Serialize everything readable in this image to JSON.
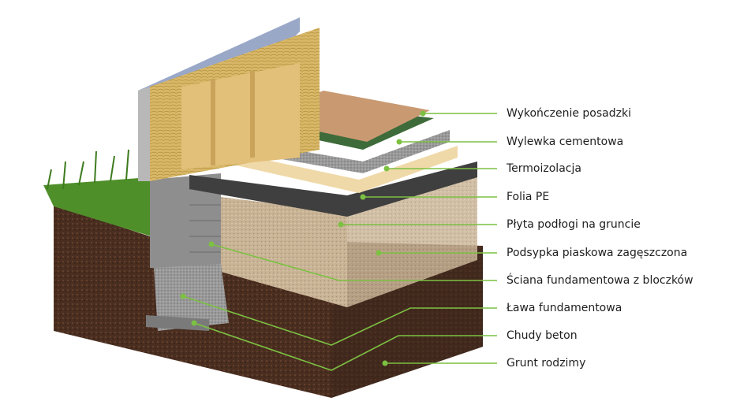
{
  "diagram": {
    "accent_color": "#7cc142",
    "labels": [
      "Wykończenie posadzki",
      "Wylewka cementowa",
      "Termoizolacja",
      "Folia PE",
      "Płyta podłogi na gruncie",
      "Podsypka piaskowa zagęszczona",
      "Ściana fundamentowa z bloczków",
      "Ława fundamentowa",
      "Chudy beton",
      "Grunt rodzimy"
    ]
  }
}
